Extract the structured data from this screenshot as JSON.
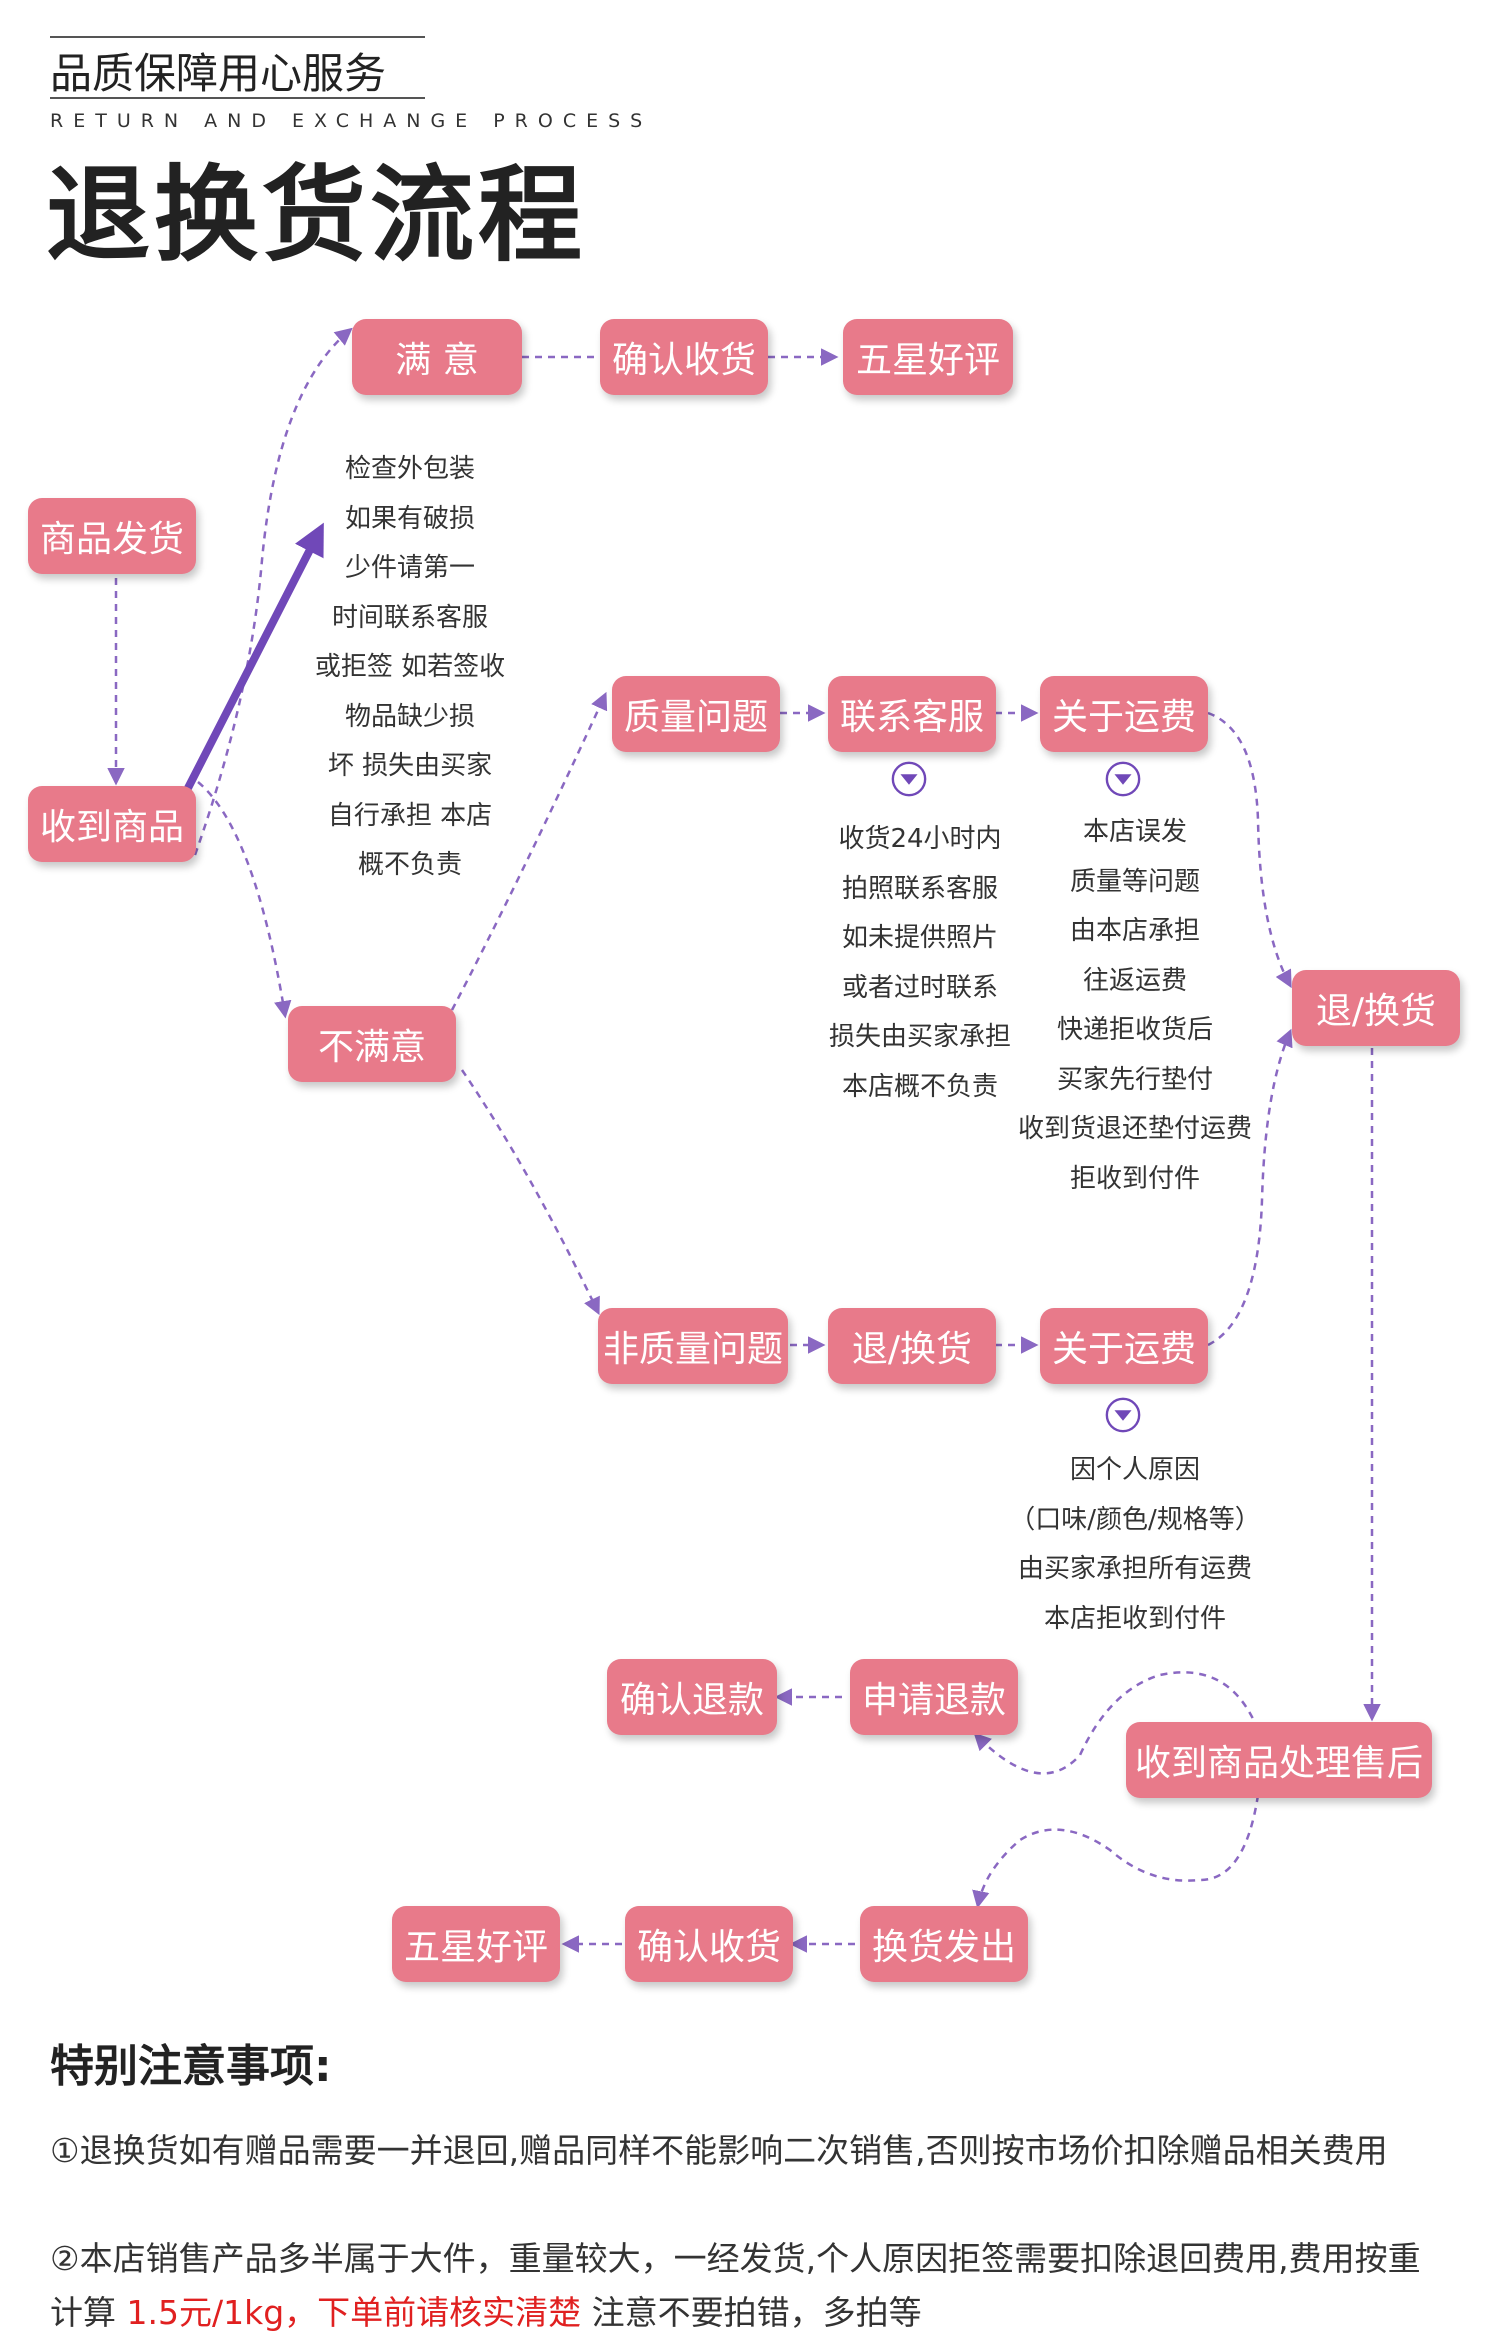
{
  "header": {
    "tagline": "品质保障用心服务",
    "subtitle_en": "RETURN AND EXCHANGE PROCESS",
    "title": "退换货流程"
  },
  "colors": {
    "node_fill": "#e87a8a",
    "link": "#8a68c2",
    "text": "#333333",
    "highlight": "#e02020"
  },
  "flow": {
    "satisfied": "满 意",
    "confirm_receipt_top": "确认收货",
    "five_star_top": "五星好评",
    "ship": "商品发货",
    "receive": "收到商品",
    "unsatisfied": "不满意",
    "quality_issue": "质量问题",
    "contact_service": "联系客服",
    "about_shipping_quality": "关于运费",
    "return_exchange_right": "退/换货",
    "non_quality_issue": "非质量问题",
    "return_exchange_mid": "退/换货",
    "about_shipping_nonquality": "关于运费",
    "confirm_refund": "确认退款",
    "apply_refund": "申请退款",
    "after_sales": "收到商品处理售后",
    "five_star_bottom": "五星好评",
    "confirm_receipt_bottom": "确认收货",
    "exchange_shipped": "换货发出"
  },
  "notes": {
    "inspect": [
      "检查外包装",
      "如果有破损",
      "少件请第一",
      "时间联系客服",
      "或拒签 如若签收",
      "物品缺少损",
      "坏 损失由买家",
      "自行承担 本店",
      "概不负责"
    ],
    "contact": [
      "收货24小时内",
      "拍照联系客服",
      "如未提供照片",
      "或者过时联系",
      "损失由买家承担",
      "本店概不负责"
    ],
    "shipping_quality": [
      "本店误发",
      "质量等问题",
      "由本店承担",
      "往返运费",
      "快递拒收货后",
      "买家先行垫付",
      "收到货退还垫付运费",
      "拒收到付件"
    ],
    "shipping_personal": [
      "因个人原因",
      "（口味/颜色/规格等）",
      "由买家承担所有运费",
      "本店拒收到付件"
    ]
  },
  "notice": {
    "title": "特别注意事项:",
    "item1": "①退换货如有赠品需要一并退回,赠品同样不能影响二次销售,否则按市场价扣除赠品相关费用",
    "item2_a": "②本店销售产品多半属于大件，重量较大，一经发货,个人原因拒签需要扣除退回费用,费用按重计算",
    "item2_highlight": "1.5元/1kg，下单前请核实清楚",
    "item2_b": "注意不要拍错，多拍等"
  }
}
